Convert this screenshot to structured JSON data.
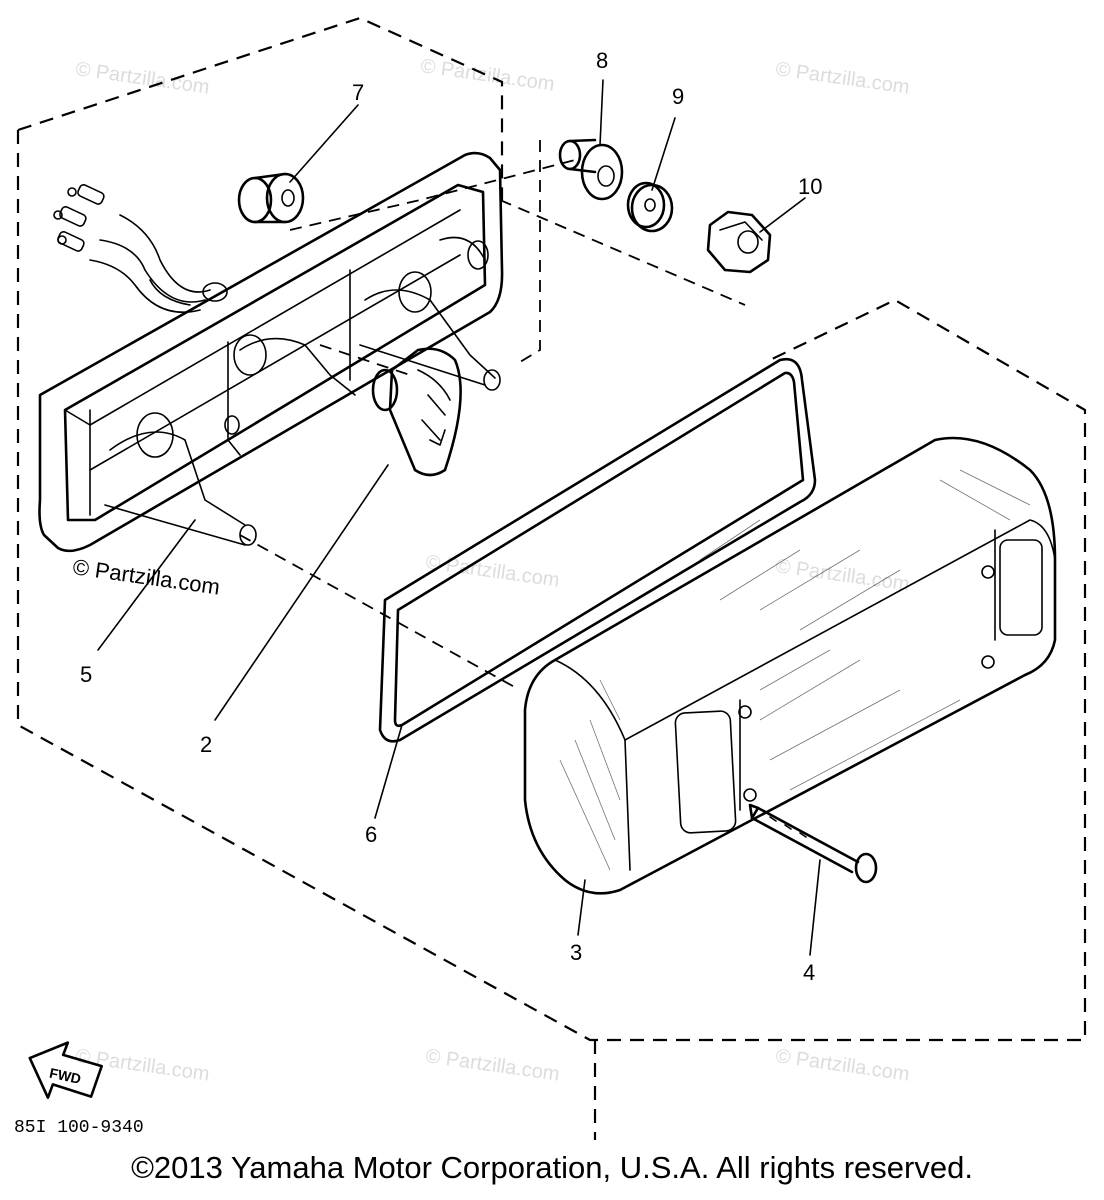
{
  "diagram": {
    "callouts": [
      {
        "id": "1",
        "label": "2"
      },
      {
        "id": "2",
        "label": "3"
      },
      {
        "id": "3",
        "label": "4"
      },
      {
        "id": "4",
        "label": "5"
      },
      {
        "id": "5",
        "label": "6"
      },
      {
        "id": "6",
        "label": "7"
      },
      {
        "id": "7",
        "label": "8"
      },
      {
        "id": "8",
        "label": "9"
      },
      {
        "id": "9",
        "label": "10"
      }
    ],
    "diagram_code": "85I 100-9340",
    "fwd_label": "FWD",
    "watermark_text": "© Partzilla.com",
    "copyright": "©2013  Yamaha Motor Corporation, U.S.A. All rights reserved."
  }
}
